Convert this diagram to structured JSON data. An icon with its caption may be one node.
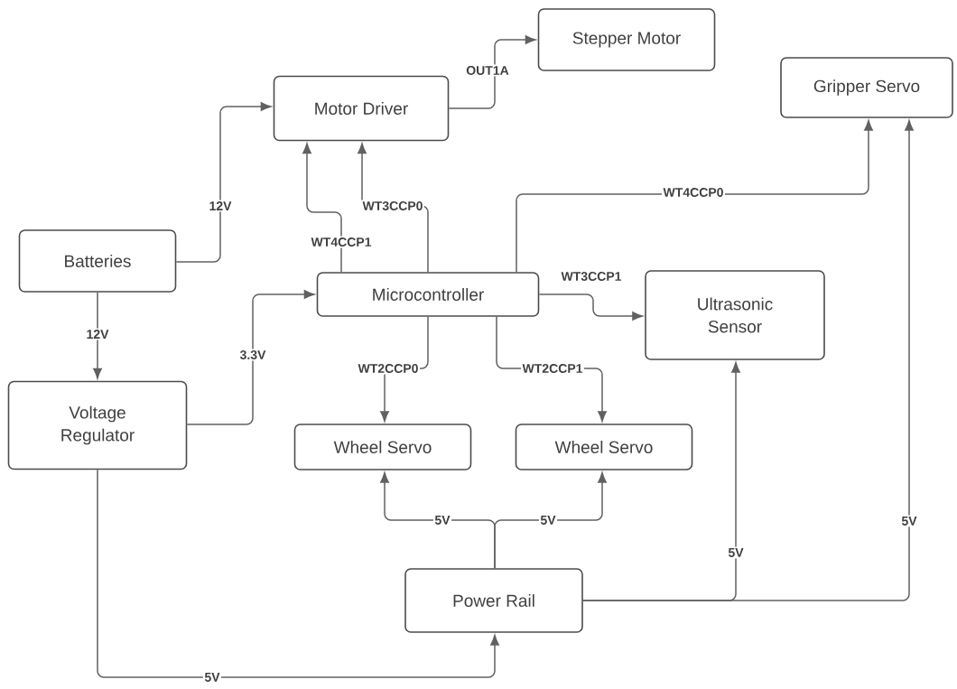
{
  "diagram": {
    "nodes": [
      {
        "text": [
          "Stepper Motor"
        ]
      },
      {
        "text": [
          "Motor Driver"
        ]
      },
      {
        "text": [
          "Gripper Servo"
        ]
      },
      {
        "text": [
          "Batteries"
        ]
      },
      {
        "text": [
          "Microcontroller"
        ]
      },
      {
        "text": [
          "Ultrasonic Sensor"
        ]
      },
      {
        "text": [
          "Voltage Regulator"
        ]
      },
      {
        "text": [
          "Wheel Servo"
        ]
      },
      {
        "text": [
          "Wheel Servo"
        ]
      },
      {
        "text": [
          "Power Rail"
        ]
      }
    ],
    "edges": [
      {
        "from": 3,
        "to": 1,
        "arrow": "to",
        "label": "12V"
      },
      {
        "from": 1,
        "to": 0,
        "arrow": "to",
        "label": "OUT1A"
      },
      {
        "from": 4,
        "to": 1,
        "arrow": "to",
        "label": "WT4CCP1"
      },
      {
        "from": 4,
        "to": 1,
        "arrow": "to",
        "label": "WT3CCP0"
      },
      {
        "from": 4,
        "to": 2,
        "arrow": "to",
        "label": "WT4CCP0"
      },
      {
        "from": 4,
        "to": 5,
        "arrow": "to",
        "label": "WT3CCP1"
      },
      {
        "from": 4,
        "to": 7,
        "arrow": "to",
        "label": "WT2CCP0"
      },
      {
        "from": 4,
        "to": 8,
        "arrow": "to",
        "label": "WT2CCP1"
      },
      {
        "from": 3,
        "to": 6,
        "arrow": "to",
        "label": "12V"
      },
      {
        "from": 6,
        "to": 4,
        "arrow": "to",
        "label": "3.3V"
      },
      {
        "from": 6,
        "to": 9,
        "arrow": "to",
        "label": "5V"
      },
      {
        "from": 9,
        "to": 7,
        "arrow": "to",
        "label": "5V"
      },
      {
        "from": 9,
        "to": 8,
        "arrow": "to",
        "label": "5V"
      },
      {
        "from": 9,
        "to": 5,
        "arrow": "to",
        "label": "5V"
      },
      {
        "from": 9,
        "to": 2,
        "arrow": "to",
        "label": "5V"
      }
    ]
  }
}
